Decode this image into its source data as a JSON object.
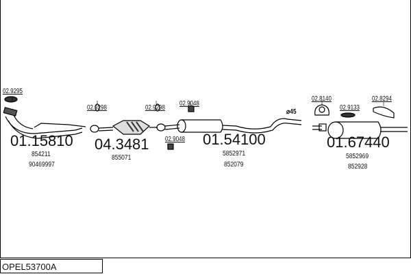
{
  "diagram_code": "OPEL53700A",
  "parts": [
    {
      "number": "01.15810",
      "refs": [
        "854211",
        "90469997"
      ]
    },
    {
      "number": "04.3481",
      "refs": [
        "855071"
      ]
    },
    {
      "number": "01.54100",
      "refs": [
        "5852971",
        "852079"
      ]
    },
    {
      "number": "01.67440",
      "refs": [
        "5852969",
        "852928"
      ]
    }
  ],
  "fittings": [
    "02.9295",
    "02.9298",
    "02.9298",
    "02.9048",
    "02.9048",
    "02.8140",
    "02.9133",
    "02.8294"
  ],
  "pipe_diameter": "⌀45"
}
